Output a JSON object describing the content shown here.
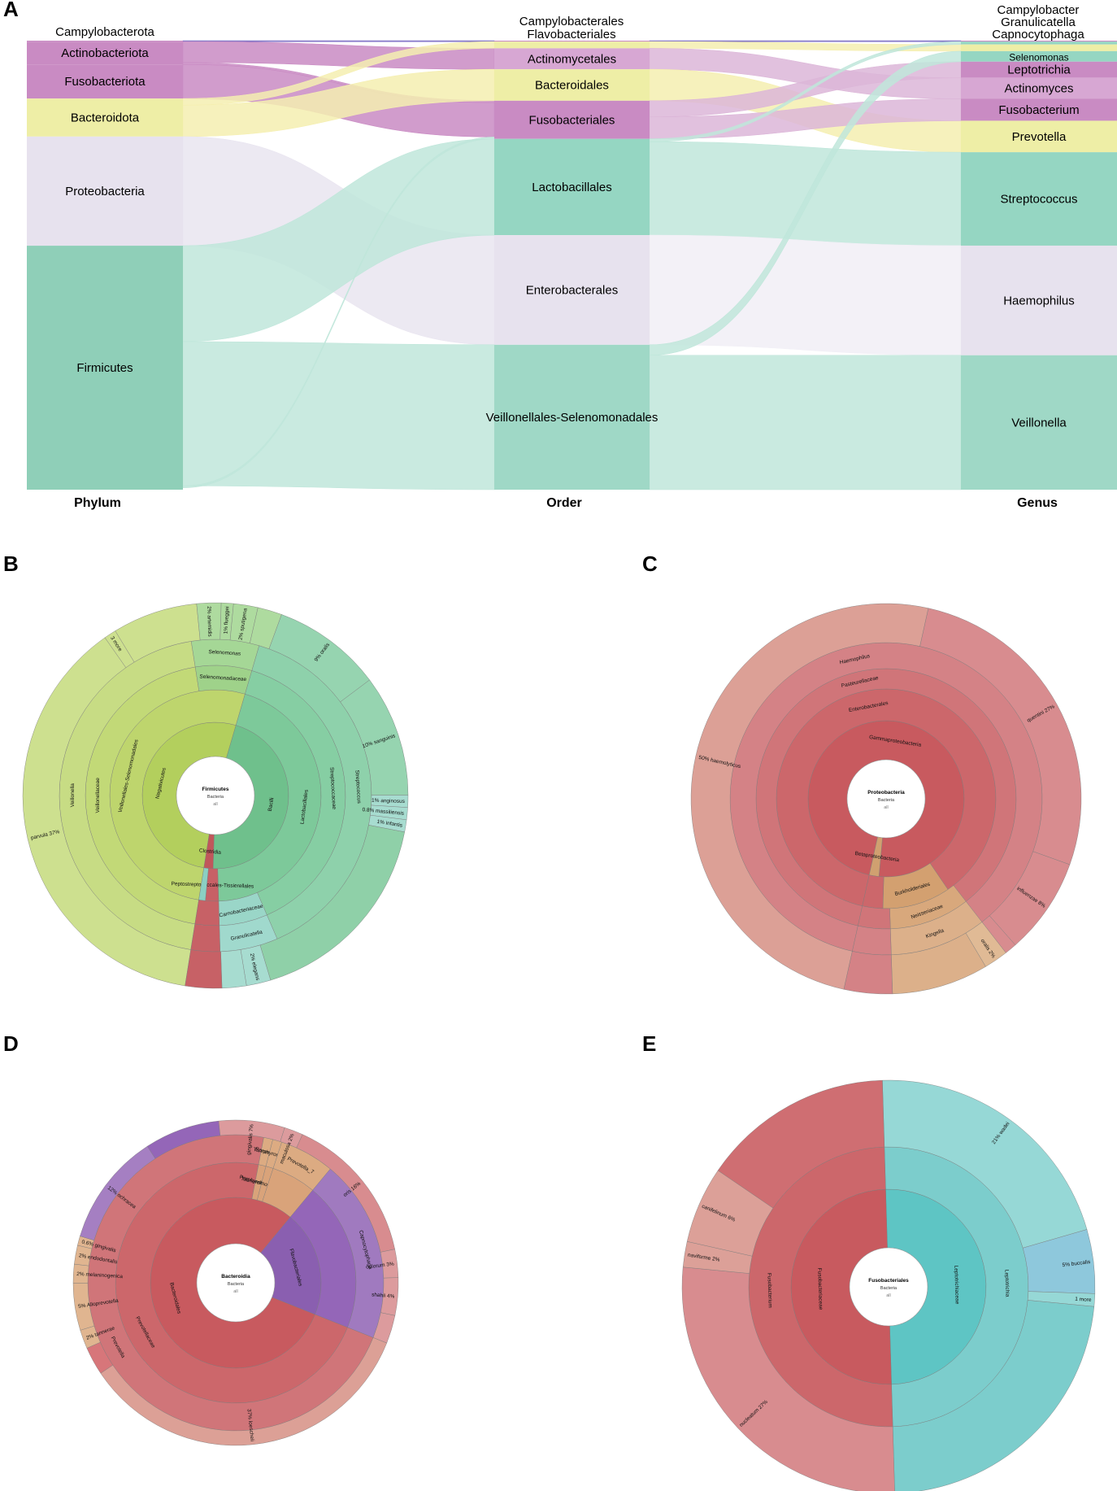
{
  "panels": [
    {
      "letter": "A"
    },
    {
      "letter": "B"
    },
    {
      "letter": "C"
    },
    {
      "letter": "D"
    },
    {
      "letter": "E"
    }
  ],
  "chart_data": [
    {
      "type": "sankey",
      "panel": "A",
      "columns": [
        "Phylum",
        "Order",
        "Genus"
      ],
      "column_headers": {
        "phylum": "Campylobacterota",
        "order": [
          "Campylobacterales",
          "Flavobacteriales"
        ],
        "genus": [
          "Campylobacter",
          "Granulicatella",
          "Capnocytophaga"
        ]
      },
      "nodes": {
        "phylum": [
          {
            "key": "campylobacterota",
            "label": "",
            "size": 1,
            "color": "#c98bc3"
          },
          {
            "key": "actino",
            "label": "Actinobacteriota",
            "size": 24,
            "color": "#c98bc3"
          },
          {
            "key": "fuso",
            "label": "Fusobacteriota",
            "size": 36,
            "color": "#c98bc3"
          },
          {
            "key": "bact",
            "label": "Bacteroidota",
            "size": 40,
            "color": "#eeeea6"
          },
          {
            "key": "proteo",
            "label": "Proteobacteria",
            "size": 115,
            "color": "#e7e2ee"
          },
          {
            "key": "firm",
            "label": "Firmicutes",
            "size": 257,
            "color": "#8fcfb8"
          }
        ],
        "order": [
          {
            "key": "campyl_o",
            "label": "",
            "size": 1,
            "color": "#c98bc3"
          },
          {
            "key": "flavo",
            "label": "",
            "size": 7,
            "color": "#eeeea6"
          },
          {
            "key": "actino_o",
            "label": "Actinomycetales",
            "size": 22,
            "color": "#d7a7d3"
          },
          {
            "key": "bact_o",
            "label": "Bacteroidales",
            "size": 33,
            "color": "#eeeea6"
          },
          {
            "key": "fuso_o",
            "label": "Fusobacteriales",
            "size": 40,
            "color": "#c98bc3"
          },
          {
            "key": "lacto",
            "label": "Lactobacillales",
            "size": 101,
            "color": "#95d6c2"
          },
          {
            "key": "entero",
            "label": "Enterobacterales",
            "size": 115,
            "color": "#e7e2ee"
          },
          {
            "key": "veil_o",
            "label": "Veillonellales-Selenomonadales",
            "size": 152,
            "color": "#9fd8c6"
          }
        ],
        "genus": [
          {
            "key": "campyl_g",
            "label": "",
            "size": 1,
            "color": "#c98bc3"
          },
          {
            "key": "granul",
            "label": "",
            "size": 3,
            "color": "#95d6c2"
          },
          {
            "key": "capno",
            "label": "",
            "size": 7,
            "color": "#eeeea6"
          },
          {
            "key": "selen",
            "label": "Selenomonas",
            "size": 11,
            "color": "#95d6c2"
          },
          {
            "key": "lepto",
            "label": "Leptotrichia",
            "size": 17,
            "color": "#c98bc3"
          },
          {
            "key": "actino_g",
            "label": "Actinomyces",
            "size": 22,
            "color": "#d7a7d3"
          },
          {
            "key": "fuso_g",
            "label": "Fusobacterium",
            "size": 23,
            "color": "#c98bc3"
          },
          {
            "key": "prev",
            "label": "Prevotella",
            "size": 33,
            "color": "#eeeea6"
          },
          {
            "key": "strep",
            "label": "Streptococcus",
            "size": 98,
            "color": "#95d6c2"
          },
          {
            "key": "haemo",
            "label": "Haemophilus",
            "size": 115,
            "color": "#e7e2ee"
          },
          {
            "key": "veil_g",
            "label": "Veillonella",
            "size": 141,
            "color": "#9fd8c6"
          }
        ]
      },
      "links_phylum_order": [
        {
          "source": "campylobacterota",
          "target": "campyl_o",
          "value": 1,
          "color": "#7b6cc4"
        },
        {
          "source": "actino",
          "target": "actino_o",
          "value": 22,
          "color": "#c98bc3"
        },
        {
          "source": "actino",
          "target": "fuso_o",
          "value": 2,
          "color": "#c98bc3"
        },
        {
          "source": "fuso",
          "target": "fuso_o",
          "value": 36,
          "color": "#c98bc3"
        },
        {
          "source": "bact",
          "target": "flavo",
          "value": 7,
          "color": "#f5efb0"
        },
        {
          "source": "bact",
          "target": "bact_o",
          "value": 33,
          "color": "#f5efb0"
        },
        {
          "source": "proteo",
          "target": "entero",
          "value": 115,
          "color": "#e9e5f0"
        },
        {
          "source": "firm",
          "target": "lacto",
          "value": 101,
          "color": "#bfe6da"
        },
        {
          "source": "firm",
          "target": "veil_o",
          "value": 152,
          "color": "#bfe6da"
        },
        {
          "source": "firm",
          "target": "fuso_o",
          "value": 2,
          "color": "#bfe6da"
        }
      ],
      "links_order_genus": [
        {
          "source": "campyl_o",
          "target": "campyl_g",
          "value": 1,
          "color": "#7b6cc4"
        },
        {
          "source": "flavo",
          "target": "capno",
          "value": 7,
          "color": "#f5efb0"
        },
        {
          "source": "actino_o",
          "target": "actino_g",
          "value": 22,
          "color": "#dcb6d8"
        },
        {
          "source": "bact_o",
          "target": "prev",
          "value": 33,
          "color": "#f5efb0"
        },
        {
          "source": "fuso_o",
          "target": "lepto",
          "value": 17,
          "color": "#dcb6d8"
        },
        {
          "source": "fuso_o",
          "target": "fuso_g",
          "value": 23,
          "color": "#dcb6d8"
        },
        {
          "source": "lacto",
          "target": "granul",
          "value": 3,
          "color": "#bfe6da"
        },
        {
          "source": "lacto",
          "target": "strep",
          "value": 98,
          "color": "#bfe6da"
        },
        {
          "source": "entero",
          "target": "haemo",
          "value": 115,
          "color": "#f1eff6"
        },
        {
          "source": "veil_o",
          "target": "selen",
          "value": 11,
          "color": "#bfe6da"
        },
        {
          "source": "veil_o",
          "target": "veil_g",
          "value": 141,
          "color": "#bfe6da"
        }
      ]
    },
    {
      "type": "sunburst",
      "panel": "B",
      "center": {
        "title": "Firmicutes",
        "subtitle": "Bacteria",
        "note": "all"
      },
      "rings": [
        [
          {
            "label": "Negativicutes",
            "value": 52,
            "color": "#b3cf5d"
          },
          {
            "label": "Bacilli",
            "value": 46,
            "color": "#6fc08c"
          },
          {
            "label": "Clostridia",
            "value": 2,
            "color": "#c0575b"
          }
        ],
        [
          {
            "label": "Veillonellales-Selenomonadales",
            "value": 52,
            "color": "#bed56d"
          },
          {
            "label": "Lactobacillales",
            "value": 45,
            "color": "#7dc99a"
          },
          {
            "label": "Peptostreptococcales-Tissierellales",
            "value": 2,
            "color": "#c76166"
          },
          {
            "label": "",
            "value": 1,
            "color": "#8bd0c3"
          }
        ],
        [
          {
            "label": "Veillonellaceae",
            "value": 45,
            "color": "#c2d977"
          },
          {
            "label": "Selenomonadaceae",
            "value": 7,
            "color": "#9fd28a"
          },
          {
            "label": "Streptococcaceae",
            "value": 39,
            "color": "#86cea3"
          },
          {
            "label": "Carnobacteriaceae",
            "value": 6,
            "color": "#9ad6c8"
          },
          {
            "label": "",
            "value": 3,
            "color": "#c76166"
          }
        ],
        [
          {
            "label": "Veillonella",
            "value": 45,
            "color": "#c7dc84"
          },
          {
            "label": "Selenomonas",
            "value": 7,
            "color": "#a5d796"
          },
          {
            "label": "Streptococcus",
            "value": 39,
            "color": "#8ed1ab"
          },
          {
            "label": "Granulicatella",
            "value": 6,
            "color": "#a0d9cd"
          },
          {
            "label": "",
            "value": 3,
            "color": "#c76166"
          }
        ],
        [
          {
            "label": "parvula 37%",
            "value": 37,
            "color": "#cde08f"
          },
          {
            "label": "3 more",
            "value": 1,
            "color": "#cde08f"
          },
          {
            "label": "",
            "value": 7,
            "color": "#cde08f"
          },
          {
            "label": "2% artemidis",
            "value": 2,
            "color": "#aedb9f"
          },
          {
            "label": "1% flueggei",
            "value": 1,
            "color": "#aedb9f"
          },
          {
            "label": "2% sputigena",
            "value": 2,
            "color": "#aedb9f"
          },
          {
            "label": "",
            "value": 2,
            "color": "#aedb9f"
          },
          {
            "label": "9% oralis",
            "value": 9,
            "color": "#96d4b0"
          },
          {
            "label": "10% sanguinis",
            "value": 10,
            "color": "#96d4b0"
          },
          {
            "label": "1% anginosus",
            "value": 1,
            "color": "#a7dcd0"
          },
          {
            "label": "0.8% massiliensis",
            "value": 1,
            "color": "#a7dcd0"
          },
          {
            "label": "1% infantis",
            "value": 1,
            "color": "#a7dcd0"
          },
          {
            "label": "",
            "value": 17,
            "color": "#8fd0a8"
          },
          {
            "label": "2% elegans",
            "value": 2,
            "color": "#a7dcd0"
          },
          {
            "label": "",
            "value": 2,
            "color": "#a7dcd0"
          },
          {
            "label": "",
            "value": 3,
            "color": "#c76166"
          }
        ]
      ]
    },
    {
      "type": "sunburst",
      "panel": "C",
      "center": {
        "title": "Proteobacteria",
        "subtitle": "Bacteria",
        "note": "all"
      },
      "rings": [
        [
          {
            "label": "Gammaproteobacteria",
            "value": 98,
            "color": "#c85a5f"
          },
          {
            "label": "Betaproteobacteria",
            "value": 2,
            "color": "#d0a070"
          }
        ],
        [
          {
            "label": "Enterobacterales",
            "value": 87,
            "color": "#cc676b"
          },
          {
            "label": "Burkholderiales",
            "value": 10,
            "color": "#d3a070"
          },
          {
            "label": "",
            "value": 3,
            "color": "#cc676b"
          }
        ],
        [
          {
            "label": "Pasteurellaceae",
            "value": 86,
            "color": "#d07579"
          },
          {
            "label": "Neisseriaceae",
            "value": 10,
            "color": "#d8a87c"
          },
          {
            "label": "",
            "value": 4,
            "color": "#d07579"
          }
        ],
        [
          {
            "label": "Haemophilus",
            "value": 86,
            "color": "#d48286"
          },
          {
            "label": "Kingella",
            "value": 10,
            "color": "#dcb08a"
          },
          {
            "label": "",
            "value": 4,
            "color": "#d48286"
          }
        ],
        [
          {
            "label": "50% haemolyticus",
            "value": 50,
            "color": "#dca096"
          },
          {
            "label": "quentini 27%",
            "value": 27,
            "color": "#d88c8f"
          },
          {
            "label": "influenzae 8%",
            "value": 8,
            "color": "#d88c8f"
          },
          {
            "label": "",
            "value": 1,
            "color": "#d88c8f"
          },
          {
            "label": "oralis 2%",
            "value": 2,
            "color": "#e0ba95"
          },
          {
            "label": "",
            "value": 8,
            "color": "#dcb08a"
          },
          {
            "label": "",
            "value": 4,
            "color": "#d48286"
          }
        ]
      ]
    },
    {
      "type": "sunburst",
      "panel": "D",
      "center": {
        "title": "Bacteroidia",
        "subtitle": "Bacteria",
        "note": "all"
      },
      "rings": [
        [
          {
            "label": "Bacteroidales",
            "value": 80,
            "color": "#c85a5f"
          },
          {
            "label": "Flavobacteriales",
            "value": 20,
            "color": "#8a5fb0"
          }
        ],
        [
          {
            "label": "Prevotellaceae",
            "value": 72,
            "color": "#cc676b"
          },
          {
            "label": "Tannerellaceae",
            "value": 1,
            "color": "#d9a37a"
          },
          {
            "label": "Porphyromonadaceae",
            "value": 1,
            "color": "#d9a37a"
          },
          {
            "label": "",
            "value": 6,
            "color": "#d9a37a"
          },
          {
            "label": "",
            "value": 20,
            "color": "#9466b8"
          }
        ],
        [
          {
            "label": "Prevotella",
            "value": 72,
            "color": "#d07579"
          },
          {
            "label": "Tannerella",
            "value": 1,
            "color": "#dcab82"
          },
          {
            "label": "Porphyromonas",
            "value": 1,
            "color": "#dcab82"
          },
          {
            "label": "Prevotella_7",
            "value": 6,
            "color": "#dcab82"
          },
          {
            "label": "Capnocytophaga",
            "value": 20,
            "color": "#a07abf"
          }
        ],
        [
          {
            "label": "37% loescheii",
            "value": 37,
            "color": "#dca096"
          },
          {
            "label": "",
            "value": 3,
            "color": "#d7767a"
          },
          {
            "label": "2% tannerae",
            "value": 2,
            "color": "#e0b590"
          },
          {
            "label": "5% Alloprevotella",
            "value": 5,
            "color": "#e0b590"
          },
          {
            "label": "2% melaninogenica",
            "value": 2,
            "color": "#e0b590"
          },
          {
            "label": "2% endodontalis",
            "value": 2,
            "color": "#e0b590"
          },
          {
            "label": "0.6% gingivalis",
            "value": 1,
            "color": "#e0b590"
          },
          {
            "label": "12% ochracea",
            "value": 12,
            "color": "#a57fc2"
          },
          {
            "label": "",
            "value": 8,
            "color": "#9466b8"
          },
          {
            "label": "gingivalis 7%",
            "value": 7,
            "color": "#dc9b9d"
          },
          {
            "label": "maculosa 2%",
            "value": 2,
            "color": "#dc9b9d"
          },
          {
            "label": "oris 16%",
            "value": 16,
            "color": "#d88c8f"
          },
          {
            "label": "oulorum 3%",
            "value": 3,
            "color": "#dc9b9d"
          },
          {
            "label": "shahii 4%",
            "value": 4,
            "color": "#dc9b9d"
          },
          {
            "label": "",
            "value": 3,
            "color": "#dc9b9d"
          }
        ]
      ]
    },
    {
      "type": "sunburst",
      "panel": "E",
      "center": {
        "title": "Fusobacteriales",
        "subtitle": "Bacteria",
        "note": "all"
      },
      "rings": [
        [
          {
            "label": "Leptotrichiaceae",
            "value": 50,
            "color": "#5ec5c4"
          },
          {
            "label": "Fusobacteriaceae",
            "value": 50,
            "color": "#c85a5f"
          }
        ],
        [
          {
            "label": "Leptotrichia",
            "value": 50,
            "color": "#7ccdcc"
          },
          {
            "label": "Fusobacterium",
            "value": 50,
            "color": "#cc676b"
          }
        ],
        [
          {
            "label": "21% wadei",
            "value": 21,
            "color": "#96d8d6"
          },
          {
            "label": "5% buccalis",
            "value": 5,
            "color": "#8ec8dc"
          },
          {
            "label": "1 more",
            "value": 1,
            "color": "#96d8d6"
          },
          {
            "label": "",
            "value": 23,
            "color": "#7ccdcc"
          },
          {
            "label": "nucleatum 27%",
            "value": 27,
            "color": "#d88c8f"
          },
          {
            "label": "naviforme 2%",
            "value": 2,
            "color": "#dca098"
          },
          {
            "label": "canifelinum 6%",
            "value": 6,
            "color": "#dca098"
          },
          {
            "label": "",
            "value": 15,
            "color": "#cf6e72"
          }
        ]
      ]
    }
  ]
}
